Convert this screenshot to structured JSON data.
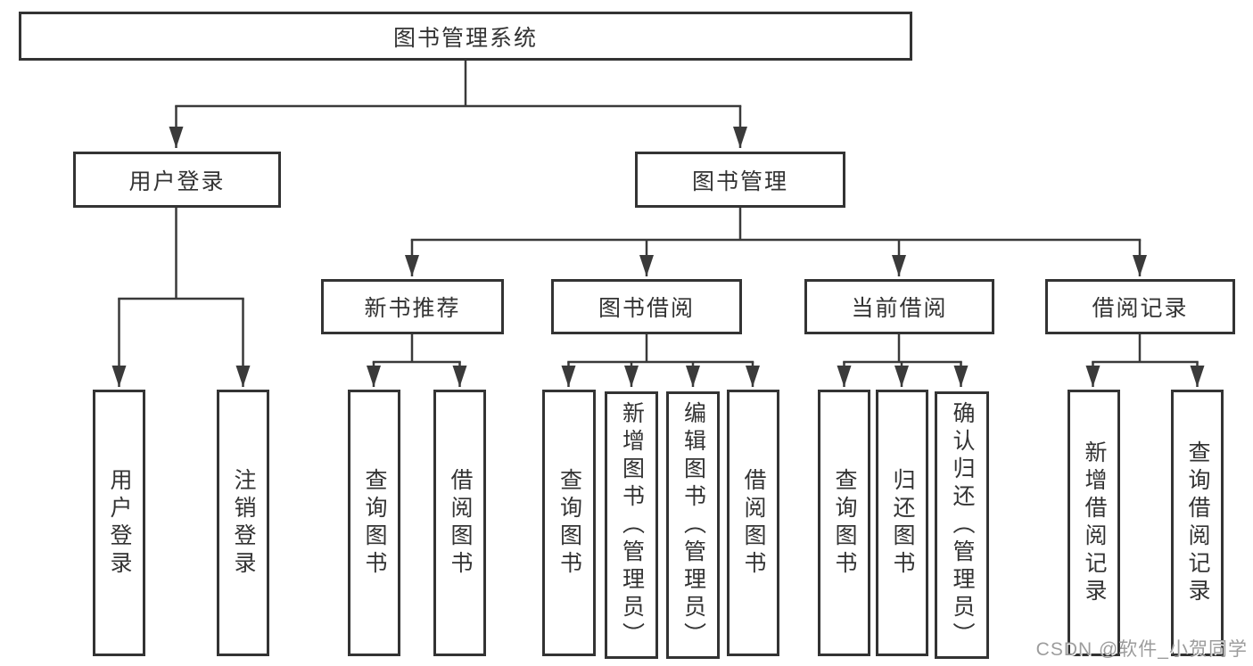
{
  "diagram_title": "图书管理系统",
  "nodes": {
    "root": "图书管理系统",
    "l2": [
      "用户登录",
      "图书管理"
    ],
    "l3": [
      "新书推荐",
      "图书借阅",
      "当前借阅",
      "借阅记录"
    ],
    "login_children": [
      "用户登录",
      "注销登录"
    ],
    "recommend_children": [
      "查询图书",
      "借阅图书"
    ],
    "borrow_children": [
      "查询图书",
      "新增图书（管理员）",
      "编辑图书（管理员）",
      "借阅图书"
    ],
    "current_children": [
      "查询图书",
      "归还图书",
      "确认归还（管理员）"
    ],
    "records_children": [
      "新增借阅记录",
      "查询借阅记录"
    ]
  },
  "watermark": "CSDN @软件_小贺同学",
  "colors": {
    "line": "#3a3a3a",
    "box_border": "#333333",
    "box_fill": "#ffffff",
    "text": "#333333",
    "watermark": "#9c9c9c"
  }
}
